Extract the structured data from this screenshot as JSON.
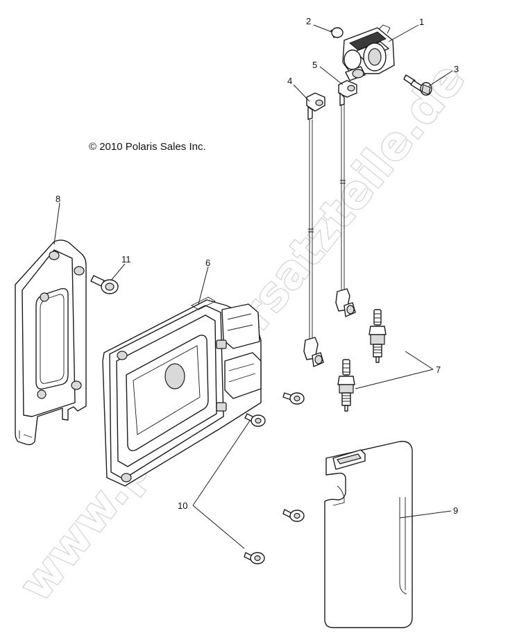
{
  "copyright": "© 2010 Polaris Sales Inc.",
  "watermark": "www.polarisersatzteile.de",
  "callouts": [
    "1",
    "2",
    "3",
    "4",
    "5",
    "6",
    "7",
    "8",
    "9",
    "10",
    "11"
  ]
}
